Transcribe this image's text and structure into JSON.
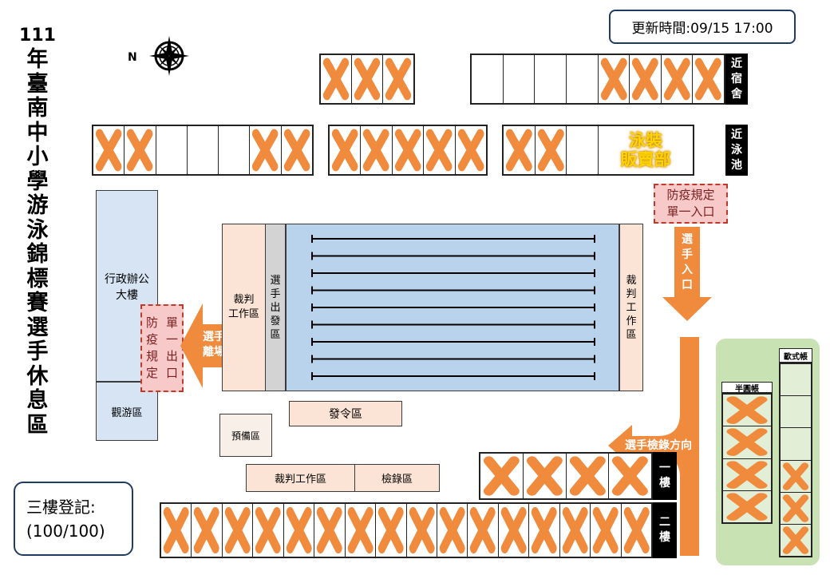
{
  "title": {
    "year": "111",
    "chars": [
      "年",
      "臺",
      "南",
      "中",
      "小",
      "學",
      "游",
      "泳",
      "錦",
      "標",
      "賽",
      "選",
      "手",
      "休",
      "息",
      "區"
    ]
  },
  "update_time": "更新時間:09/15 17:00",
  "compass_label": "N",
  "registration": {
    "line1": "三樓登記:",
    "line2": "(100/100)"
  },
  "labels": {
    "near_dorm": [
      "近",
      "宿",
      "舍"
    ],
    "near_pool": [
      "近",
      "泳",
      "池"
    ],
    "swimwear_shop": [
      "泳裝",
      "販賣部"
    ],
    "single_entrance": [
      "防疫規定",
      "單一入口"
    ],
    "athlete_entrance": [
      "選",
      "手",
      "入",
      "口"
    ],
    "admin_building": [
      "行政辦公",
      "大樓"
    ],
    "tourism_area": "觀游區",
    "single_exit_left": [
      "防",
      "疫",
      "規",
      "定"
    ],
    "single_exit_right": [
      "單",
      "一",
      "出",
      "口"
    ],
    "athlete_leave": [
      "選手",
      "離場"
    ],
    "judge_left": [
      "裁判",
      "工作區"
    ],
    "athlete_start": [
      "選",
      "手",
      "出",
      "發",
      "區"
    ],
    "judge_right": [
      "裁",
      "判",
      "工",
      "作",
      "區"
    ],
    "start_command": "發令區",
    "standby": "預備區",
    "judge_bottom": "裁判工作區",
    "check_in": "檢錄區",
    "check_direction": "選手檢錄方向",
    "floor1": [
      "一",
      "樓"
    ],
    "floor2": [
      "二",
      "樓"
    ],
    "half_tent": "半圓帳",
    "euro_tent": "歐式帳"
  },
  "slot_rows": {
    "top_small": [
      true,
      true,
      true
    ],
    "top_right": [
      false,
      false,
      false,
      false,
      true,
      true,
      true,
      true
    ],
    "second_a": [
      true,
      true,
      false,
      false,
      false,
      true,
      true
    ],
    "second_b": [
      true,
      true,
      true,
      true,
      true
    ],
    "second_c": [
      true,
      true,
      false
    ],
    "floor1": [
      true,
      true,
      true,
      true
    ],
    "floor2": [
      true,
      true,
      true,
      true,
      true,
      true,
      true,
      true,
      true,
      true,
      true,
      true,
      true,
      true,
      true,
      true
    ],
    "half_tent": [
      true,
      true,
      true,
      true
    ],
    "euro_tent": [
      false,
      false,
      false,
      true,
      true,
      true
    ]
  },
  "colors": {
    "mark": "#f08a3c",
    "arrow": "#f08a3c",
    "pool": "#b9d3ec",
    "admin": "#d6e4f3",
    "peach": "#fbe4d6",
    "tent_area": "#c9e2b3",
    "tent_cell": "#e2efd6",
    "shop_text": "#ffd400"
  },
  "pool_lanes": 9
}
